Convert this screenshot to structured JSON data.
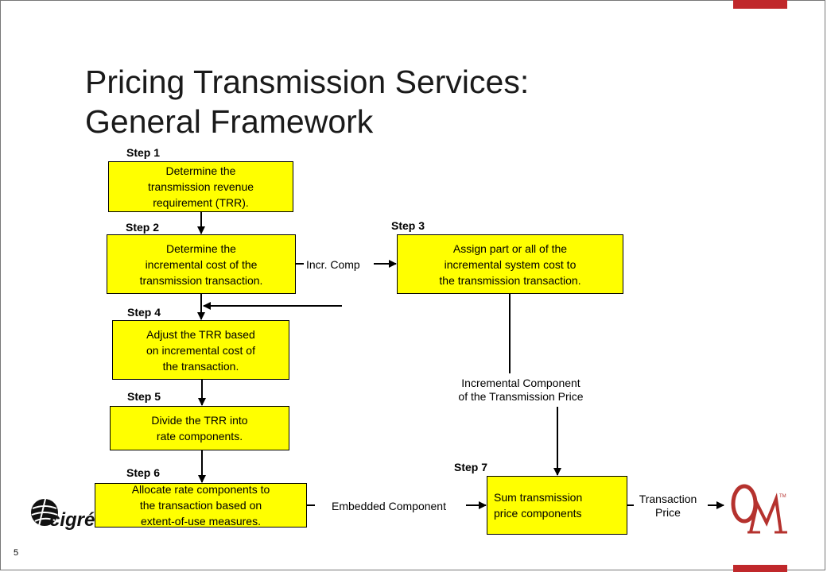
{
  "title": {
    "line1": "Pricing Transmission Services:",
    "line2": "General Framework"
  },
  "steps": [
    {
      "label": "Step 1",
      "text": "Determine the\ntransmission revenue\nrequirement (TRR)."
    },
    {
      "label": "Step 2",
      "text": "Determine the\nincremental cost of the\ntransmission transaction."
    },
    {
      "label": "Step 3",
      "text": "Assign part or all of the\nincremental system cost to\nthe transmission transaction."
    },
    {
      "label": "Step 4",
      "text": "Adjust the TRR based\non incremental cost of\nthe transaction."
    },
    {
      "label": "Step 5",
      "text": "Divide the TRR into\nrate components."
    },
    {
      "label": "Step 6",
      "text": "Allocate rate components to\nthe transaction based on\nextent-of-use measures."
    },
    {
      "label": "Step 7",
      "text": "Sum transmission\nprice components"
    }
  ],
  "labels": {
    "incr_comp": "Incr. Comp",
    "incremental_component": "Incremental Component\nof the Transmission Price",
    "embedded_component": "Embedded Component",
    "transaction_price": "Transaction\nPrice"
  },
  "logos": {
    "cigre": "cigré",
    "om": "OM",
    "om_tm": "TM"
  },
  "page_number": "5",
  "colors": {
    "box_fill": "#ffff00",
    "accent": "#c0282b",
    "logo_red": "#b5322e"
  }
}
